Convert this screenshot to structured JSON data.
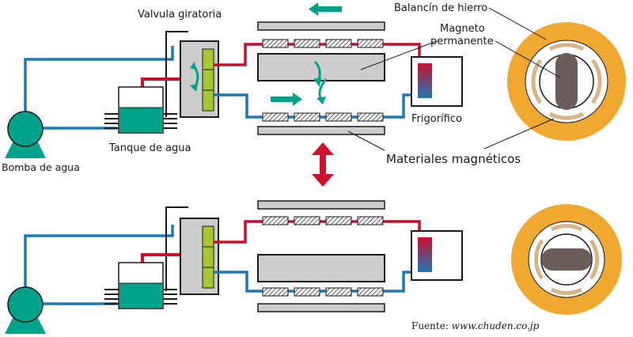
{
  "labels": {
    "rotary_valve": "Valvula giratoria",
    "water_pump": "Bomba de agua",
    "water_tank": "Tanque de agua",
    "refrigerator": "Frigorífico",
    "iron_rocker": "Balancín de hierro",
    "permanent_magnet_line1": "Magneto",
    "permanent_magnet_line2": "permanente",
    "magnetic_materials": "Materiales magnéticos"
  },
  "source": {
    "prefix": "Fuente: ",
    "url": "www.chuden.co.jp"
  },
  "colors": {
    "hot_pipe": "#c8102e",
    "cold_pipe": "#1f78b4",
    "pump_tank": "#00a38a",
    "valve_green": "#a6c832",
    "block_gray": "#cccccc",
    "orange_ring": "#f0a830",
    "magnet_tan": "#d8b48a",
    "magnet_dark": "#6b5e5a",
    "flow_arrow": "#00a38a",
    "motion_arrow": "#d0102a"
  },
  "icons": [
    "pump-icon",
    "water-tank-icon",
    "rotary-valve-icon",
    "refrigerator-icon",
    "flow-arrow-icon",
    "double-arrow-icon"
  ]
}
